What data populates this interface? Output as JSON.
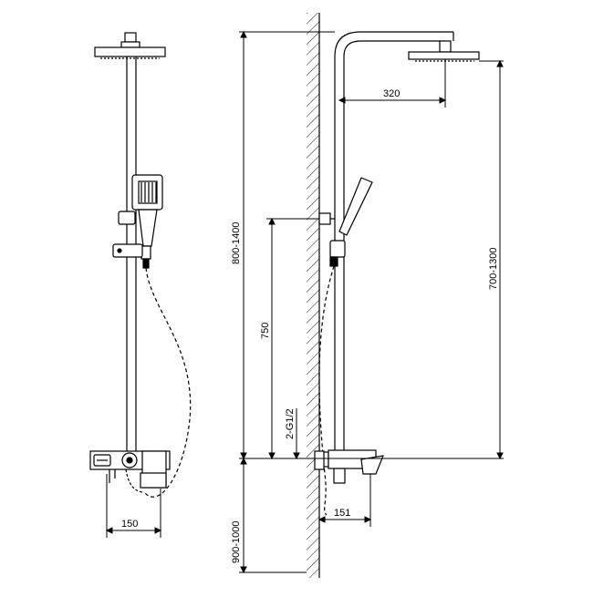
{
  "diagram": {
    "labels": {
      "front_width": "150",
      "arm_reach": "320",
      "height_total": "800-1400",
      "slide_length": "750",
      "inlet_thread": "2-G1/2",
      "floor_height": "900-1000",
      "valve_projection": "151",
      "head_height": "700-1300"
    }
  }
}
